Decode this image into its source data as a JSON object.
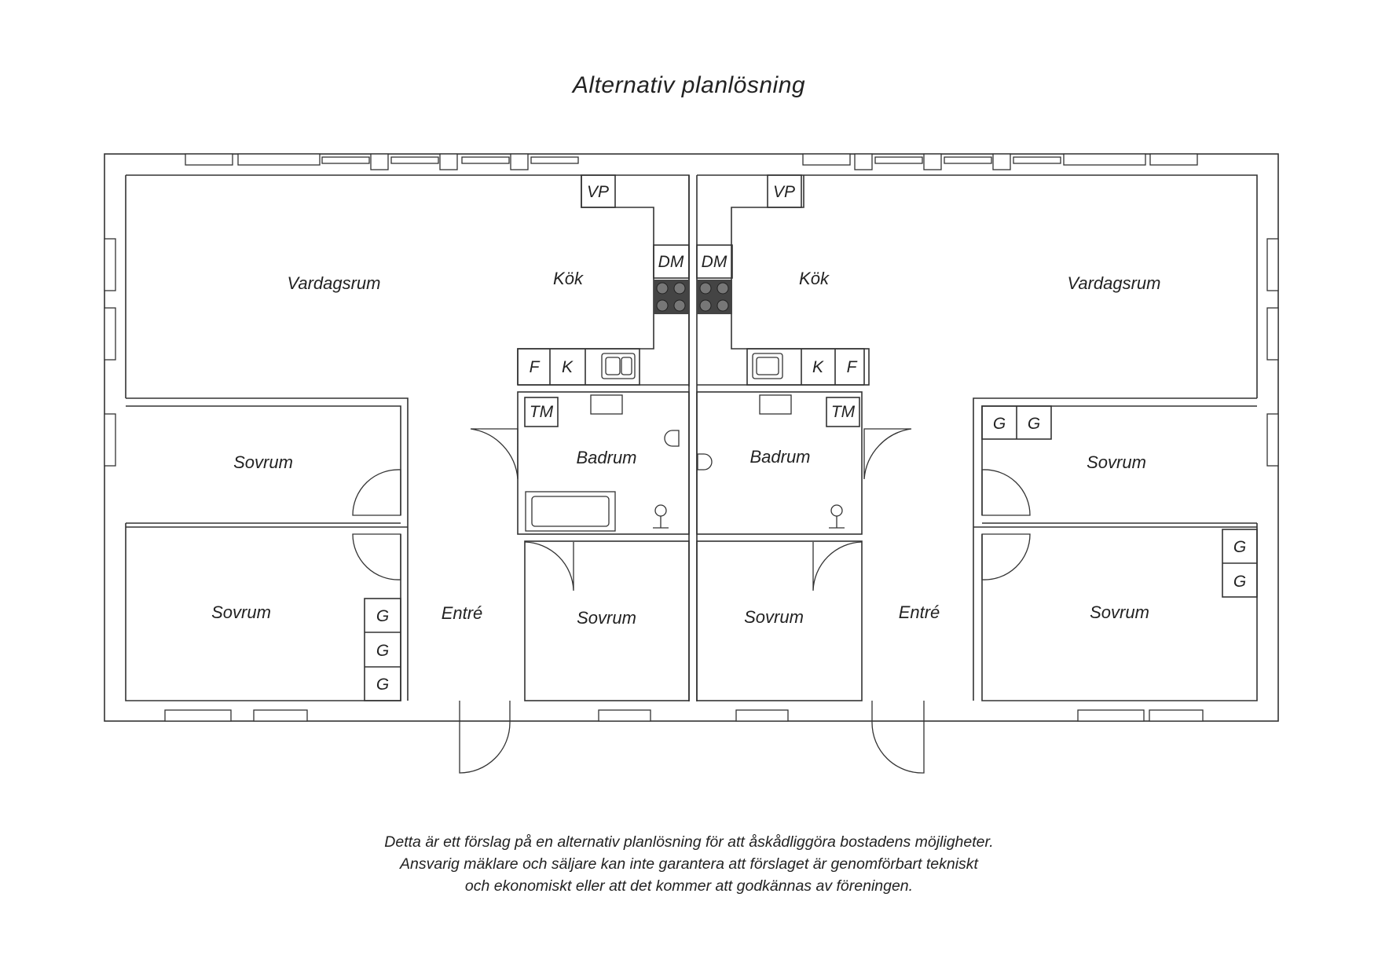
{
  "title": "Alternativ planlösning",
  "rooms": {
    "left": {
      "vardagsrum": "Vardagsrum",
      "kok": "Kök",
      "sovrum_top": "Sovrum",
      "sovrum_bottom": "Sovrum",
      "entre": "Entré",
      "badrum": "Badrum",
      "sovrum_mid": "Sovrum"
    },
    "right": {
      "vardagsrum": "Vardagsrum",
      "kok": "Kök",
      "sovrum_top": "Sovrum",
      "sovrum_bottom": "Sovrum",
      "entre": "Entré",
      "badrum": "Badrum",
      "sovrum_mid": "Sovrum"
    }
  },
  "fixtures": {
    "vp": "VP",
    "dm": "DM",
    "f": "F",
    "k": "K",
    "tm": "TM",
    "g": "G"
  },
  "disclaimer": [
    "Detta är ett förslag på en alternativ planlösning för att åskådliggöra bostadens möjligheter.",
    "Ansvarig mäklare och säljare kan inte garantera att förslaget är genomförbart tekniskt",
    "och ekonomiskt eller att det kommer att godkännas av föreningen."
  ]
}
